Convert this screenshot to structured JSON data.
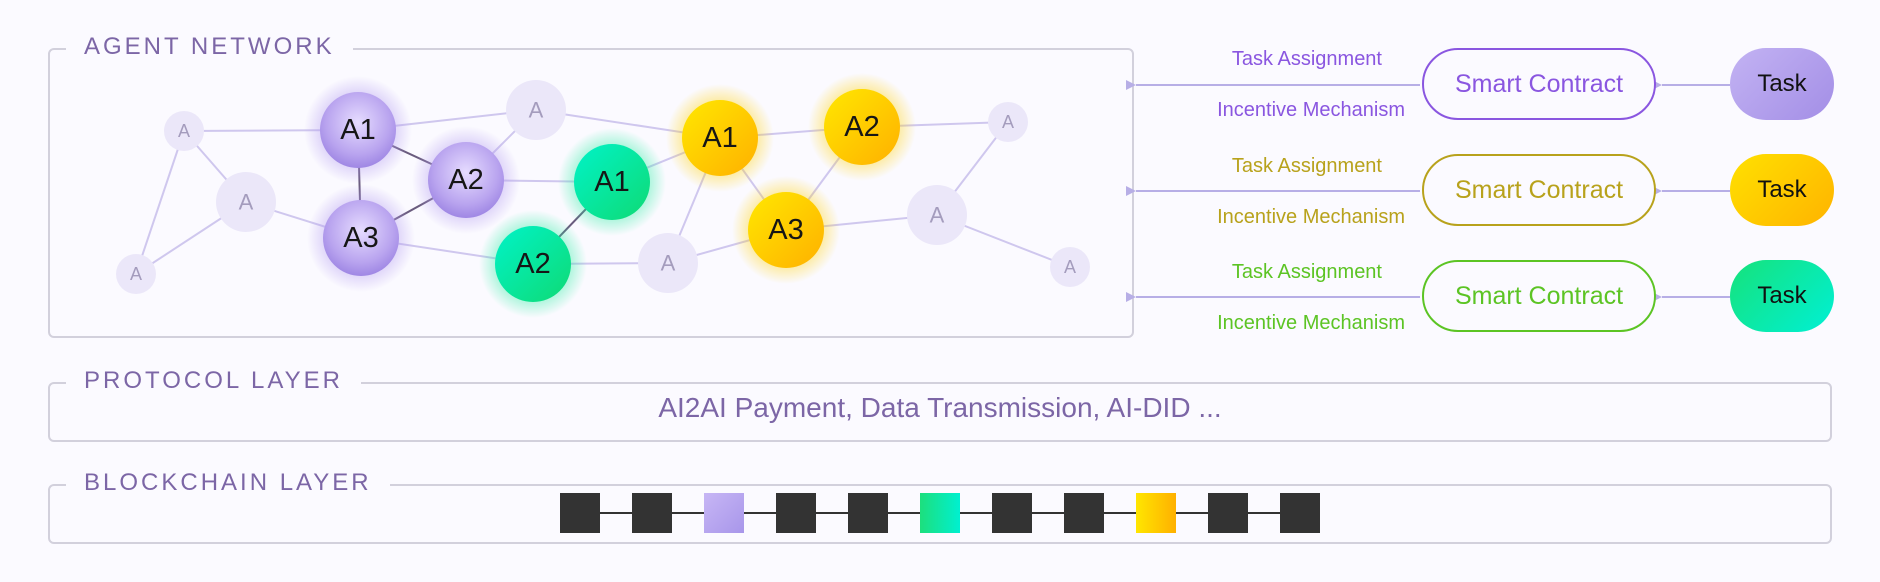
{
  "agent_network": {
    "title": "AGENT NETWORK",
    "nodes": [
      {
        "id": "n1",
        "label": "A",
        "style": "faint"
      },
      {
        "id": "n2",
        "label": "A",
        "style": "faint"
      },
      {
        "id": "n3",
        "label": "A",
        "style": "faint"
      },
      {
        "id": "n4",
        "label": "A1",
        "style": "purple"
      },
      {
        "id": "n5",
        "label": "A2",
        "style": "purple"
      },
      {
        "id": "n6",
        "label": "A3",
        "style": "purple"
      },
      {
        "id": "n7",
        "label": "A",
        "style": "faint"
      },
      {
        "id": "n8",
        "label": "A1",
        "style": "green"
      },
      {
        "id": "n9",
        "label": "A2",
        "style": "green"
      },
      {
        "id": "n10",
        "label": "A1",
        "style": "yellow"
      },
      {
        "id": "n11",
        "label": "A",
        "style": "faint"
      },
      {
        "id": "n12",
        "label": "A3",
        "style": "yellow"
      },
      {
        "id": "n13",
        "label": "A2",
        "style": "yellow"
      },
      {
        "id": "n14",
        "label": "A",
        "style": "faint"
      },
      {
        "id": "n15",
        "label": "A",
        "style": "faint"
      },
      {
        "id": "n16",
        "label": "A",
        "style": "faint"
      }
    ],
    "edges": [
      [
        "n1",
        "n3"
      ],
      [
        "n1",
        "n2"
      ],
      [
        "n1",
        "n4"
      ],
      [
        "n2",
        "n3"
      ],
      [
        "n2",
        "n6"
      ],
      [
        "n4",
        "n6"
      ],
      [
        "n4",
        "n5"
      ],
      [
        "n4",
        "n7"
      ],
      [
        "n5",
        "n6"
      ],
      [
        "n5",
        "n7"
      ],
      [
        "n5",
        "n8"
      ],
      [
        "n6",
        "n9"
      ],
      [
        "n7",
        "n10"
      ],
      [
        "n8",
        "n9"
      ],
      [
        "n8",
        "n10"
      ],
      [
        "n9",
        "n11"
      ],
      [
        "n10",
        "n11"
      ],
      [
        "n10",
        "n12"
      ],
      [
        "n10",
        "n13"
      ],
      [
        "n11",
        "n12"
      ],
      [
        "n12",
        "n13"
      ],
      [
        "n12",
        "n15"
      ],
      [
        "n13",
        "n14"
      ],
      [
        "n15",
        "n14"
      ],
      [
        "n15",
        "n16"
      ]
    ],
    "strong_edges": [
      [
        "n4",
        "n5"
      ],
      [
        "n5",
        "n6"
      ],
      [
        "n4",
        "n6"
      ],
      [
        "n8",
        "n9"
      ]
    ]
  },
  "contracts": [
    {
      "assignment": "Task Assignment",
      "incentive": "Incentive Mechanism",
      "contract": "Smart Contract",
      "task": "Task",
      "color": "#8a56e0",
      "task_gradient": [
        "#c3b3f3",
        "#a38ee6"
      ]
    },
    {
      "assignment": "Task Assignment",
      "incentive": "Incentive Mechanism",
      "contract": "Smart Contract",
      "task": "Task",
      "color": "#b8a21c",
      "task_gradient": [
        "#ffe100",
        "#ffb300"
      ]
    },
    {
      "assignment": "Task Assignment",
      "incentive": "Incentive Mechanism",
      "contract": "Smart Contract",
      "task": "Task",
      "color": "#5cc424",
      "task_gradient": [
        "#16e27a",
        "#00f0d5"
      ]
    }
  ],
  "protocol_layer": {
    "title": "PROTOCOL LAYER",
    "text": "AI2AI Payment, Data Transmission, AI-DID ..."
  },
  "blockchain_layer": {
    "title": "BLOCKCHAIN LAYER",
    "blocks": [
      "dark",
      "dark",
      "purple",
      "dark",
      "dark",
      "green",
      "dark",
      "dark",
      "yellow",
      "dark",
      "dark"
    ]
  },
  "colors": {
    "dark_block": "#333333",
    "purple_block": [
      "#c7b6f5",
      "#a896ea"
    ],
    "green_block": [
      "#1ddf7d",
      "#00f0d0"
    ],
    "yellow_block": [
      "#ffe600",
      "#ffb000"
    ],
    "faint_node": "#ebe7f9",
    "faint_text": "#a49cbd",
    "edge": "#cfc7ee",
    "strong_edge": "#6a5c7e"
  }
}
